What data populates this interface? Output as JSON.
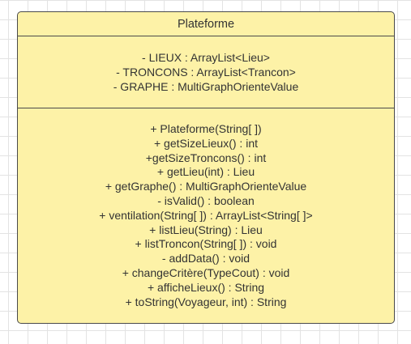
{
  "class_box": {
    "title": "Plateforme",
    "attributes": [
      "- LIEUX : ArrayList<Lieu>",
      "- TRONCONS : ArrayList<Trancon>",
      "- GRAPHE : MultiGraphOrienteValue"
    ],
    "methods": [
      "+ Plateforme(String[ ])",
      "+ getSizeLieux() : int",
      "+getSizeTroncons() : int",
      "+ getLieu(int) : Lieu",
      "+ getGraphe() : MultiGraphOrienteValue",
      "- isValid() : boolean",
      "+ ventilation(String[ ]) : ArrayList<String[ ]>",
      "+ listLieu(String) : Lieu",
      "+ listTroncon(String[ ]) : void",
      "- addData() : void",
      "+ changeCritère(TypeCout) : void",
      "+ afficheLieux() : String",
      "+ toString(Voyageur, int) : String"
    ]
  },
  "colors": {
    "box_fill": "#fdf2a7",
    "box_border": "#4a4a4a",
    "text": "#333333",
    "grid": "#e3e3e3"
  }
}
